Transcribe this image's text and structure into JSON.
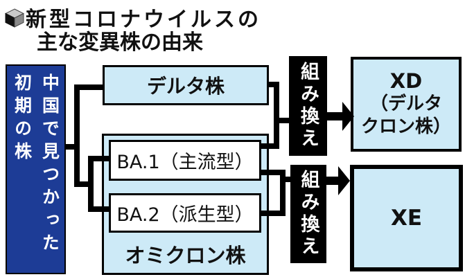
{
  "title": {
    "line1": "新型コロナウイルスの",
    "line2": "主な変異株の由来"
  },
  "diagram": {
    "origin": "中国で見つかった初期の株",
    "delta": "デルタ株",
    "ba1": "BA.1（主流型）",
    "ba2": "BA.2（派生型）",
    "omicron": "オミクロン株",
    "recomb1": "組み換え",
    "recomb2": "組み換え",
    "xd_line1": "XD",
    "xd_line2": "（デルタ",
    "xd_line3": "クロン株）",
    "xe": "XE"
  },
  "colors": {
    "origin_navy": "#1d3c96",
    "variant_light_blue": "#cdeaf7",
    "recombination_black": "#000000",
    "box_white": "#ffffff",
    "line_black": "#000000"
  }
}
